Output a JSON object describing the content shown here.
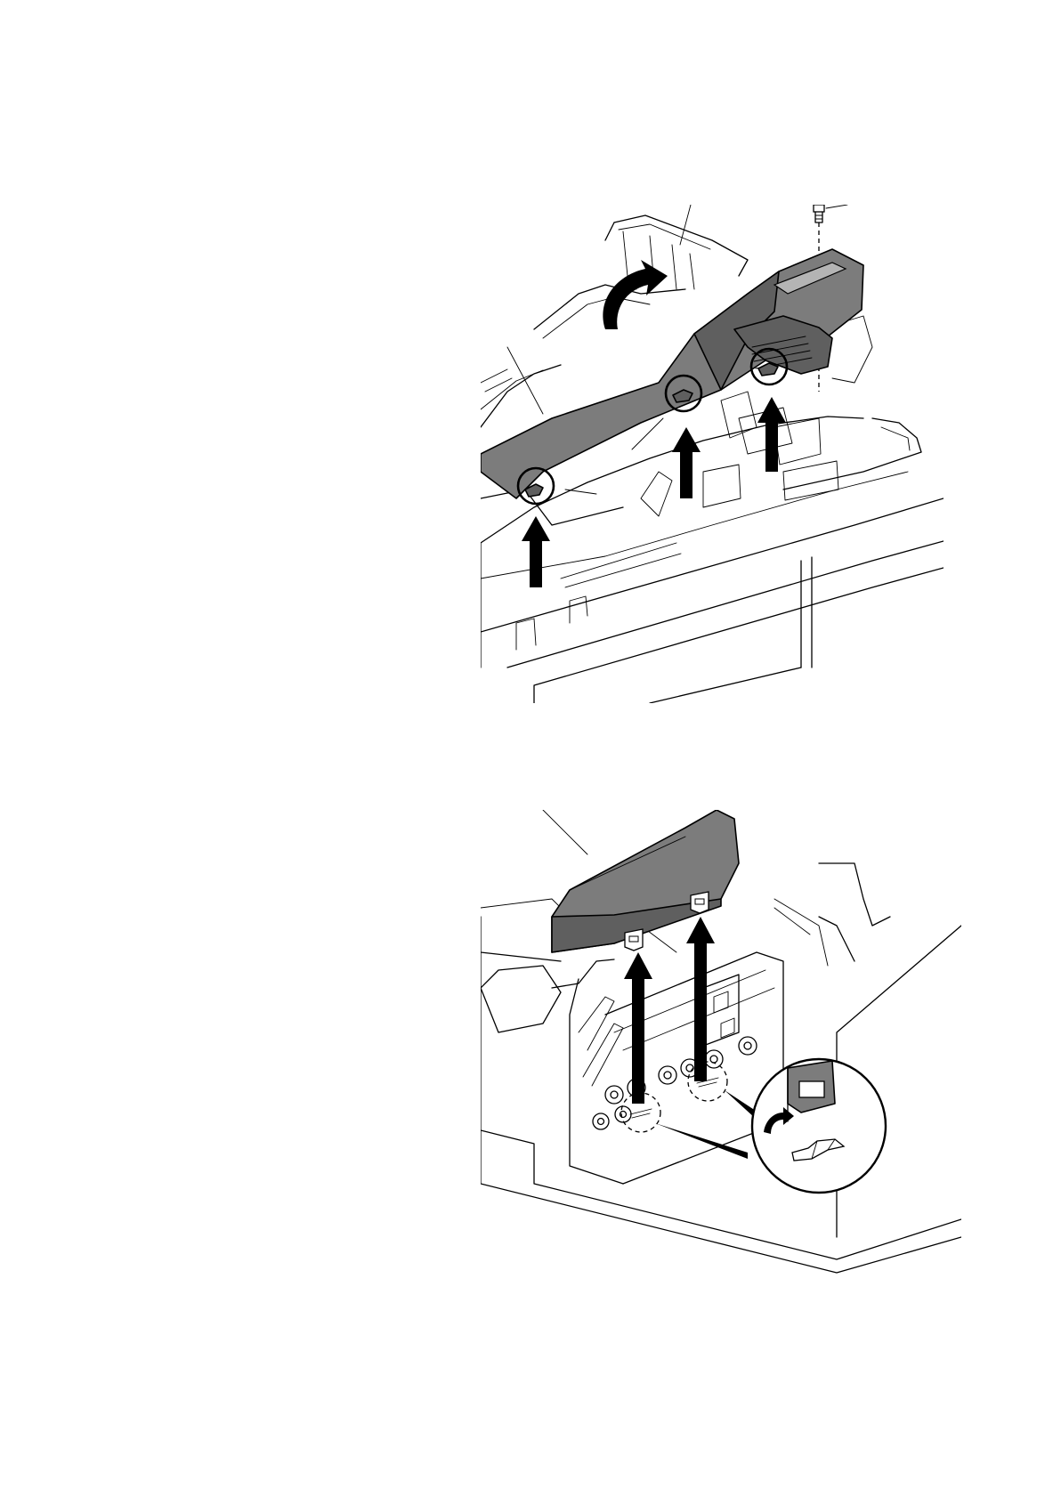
{
  "figure_top": {
    "parts": [
      "upper-rear-cover",
      "screw",
      "right-cover-module",
      "hooks"
    ],
    "hook_count": 3,
    "icons": [
      "screw-icon",
      "rotate-arrow-icon",
      "lift-arrow-icon",
      "hook-callout-circle"
    ]
  },
  "figure_bottom": {
    "parts": [
      "top-cover-piece",
      "tabs",
      "slots-detail"
    ],
    "tab_count": 2,
    "icons": [
      "lift-arrow-icon",
      "dashed-callout-circle",
      "detail-magnifier-circle"
    ]
  },
  "colors": {
    "part_fill": "#7c7c7c",
    "line": "#000000",
    "background": "#ffffff"
  }
}
